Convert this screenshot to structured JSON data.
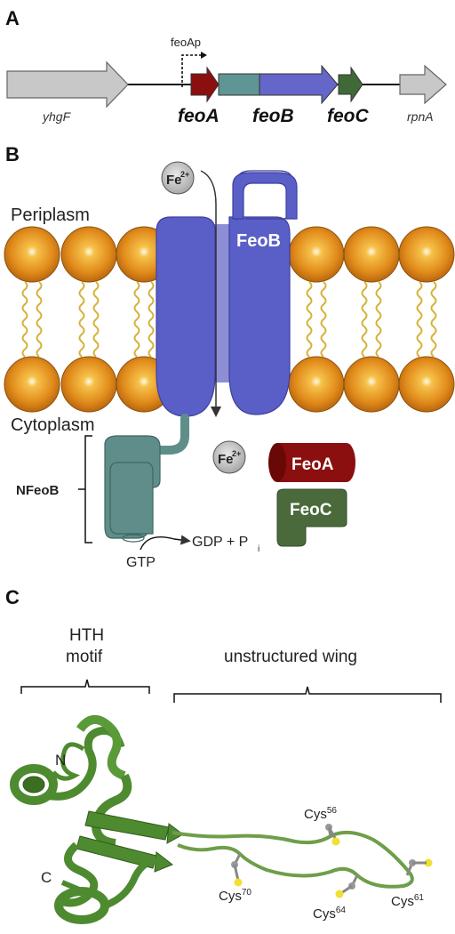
{
  "panel_a": {
    "letter": "A",
    "promoter": "feoAp",
    "genes": {
      "yhgF": "yhgF",
      "feoA": "feoA",
      "feoB": "feoB",
      "feoC": "feoC",
      "rpnA": "rpnA"
    },
    "colors": {
      "flank": "#c7c7c7",
      "feoA": "#8b0f0f",
      "feoB_n": "#5f9693",
      "feoB_c": "#6466c9",
      "feoC": "#3f6a37"
    }
  },
  "panel_b": {
    "letter": "B",
    "periplasm": "Periplasm",
    "cytoplasm": "Cytoplasm",
    "feob": "FeoB",
    "iron": "Fe",
    "iron_charge": "2+",
    "nfeob": "NFeoB",
    "feoa": "FeoA",
    "feoc": "FeoC",
    "gtp": "GTP",
    "gdp": "GDP + P",
    "gdp_sub": "i",
    "colors": {
      "feob": "#5a5fc7",
      "nfeob": "#5f8e8a",
      "feoa": "#8b0f0f",
      "feoc": "#4a6a3c",
      "lipid": "#e08a1a"
    }
  },
  "panel_c": {
    "letter": "C",
    "hth_line1": "HTH",
    "hth_line2": "motif",
    "wing": "unstructured wing",
    "n_term": "N",
    "c_term": "C",
    "cys_label": "Cys",
    "cys56": "56",
    "cys61": "61",
    "cys64": "64",
    "cys70": "70",
    "colors": {
      "ribbon": "#4e8a2f",
      "sulfur": "#f0e030"
    }
  }
}
